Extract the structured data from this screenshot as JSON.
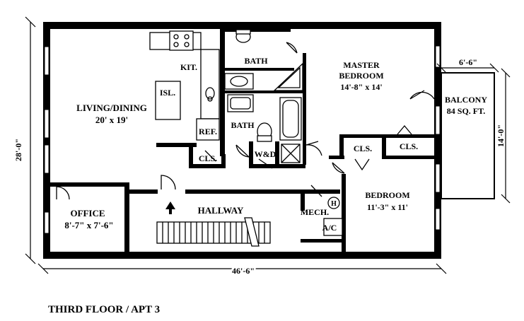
{
  "title": "THIRD FLOOR / APT 3",
  "rooms": {
    "living_dining": {
      "name": "LIVING/DINING",
      "size": "20' x 19'"
    },
    "kitchen": {
      "name": "KIT."
    },
    "island": {
      "name": "ISL."
    },
    "refrigerator": {
      "name": "REF."
    },
    "bath_upper": {
      "name": "BATH"
    },
    "bath_lower": {
      "name": "BATH"
    },
    "master_bedroom": {
      "name_line1": "MASTER",
      "name_line2": "BEDROOM",
      "size": "14'-8\" x 14'"
    },
    "balcony": {
      "name": "BALCONY",
      "size": "84 SQ. FT."
    },
    "closet_living": {
      "name": "CLS."
    },
    "closet_center": {
      "name": "CLS."
    },
    "closet_right": {
      "name": "CLS."
    },
    "washer_dryer": {
      "name": "W&D"
    },
    "office": {
      "name": "OFFICE",
      "size": "8'-7\" x 7'-6\""
    },
    "hallway": {
      "name": "HALLWAY"
    },
    "mechanical": {
      "name": "MECH."
    },
    "heater": {
      "name": "H"
    },
    "air_conditioner": {
      "name": "A/C"
    },
    "bedroom": {
      "name": "BEDROOM",
      "size": "11'-3\" x 11'"
    }
  },
  "dimensions": {
    "overall_width": "46'-6\"",
    "overall_depth": "28'-0\"",
    "balcony_width": "6'-6\"",
    "balcony_depth": "14'-0\""
  },
  "colors": {
    "ink": "#000000",
    "paper": "#ffffff"
  }
}
